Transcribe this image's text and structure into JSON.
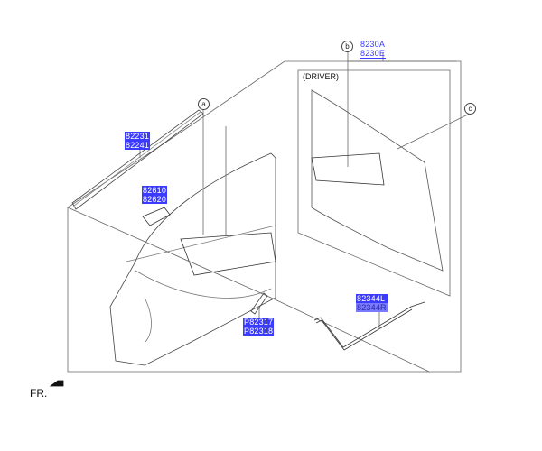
{
  "callouts": {
    "a": "a",
    "b": "b",
    "c": "c"
  },
  "driver_label": "(DRIVER)",
  "parts": {
    "weatherstrip": [
      "82231",
      "82241"
    ],
    "switch": [
      "82610",
      "82620"
    ],
    "trim_panel": [
      "8230A",
      "8230E"
    ],
    "clip": [
      "P82317",
      "P82318"
    ],
    "wire": [
      "82344L",
      "82344R"
    ]
  },
  "front_indicator": "FR.",
  "colors": {
    "label_bg": "#3b3bff",
    "line": "#444444"
  }
}
